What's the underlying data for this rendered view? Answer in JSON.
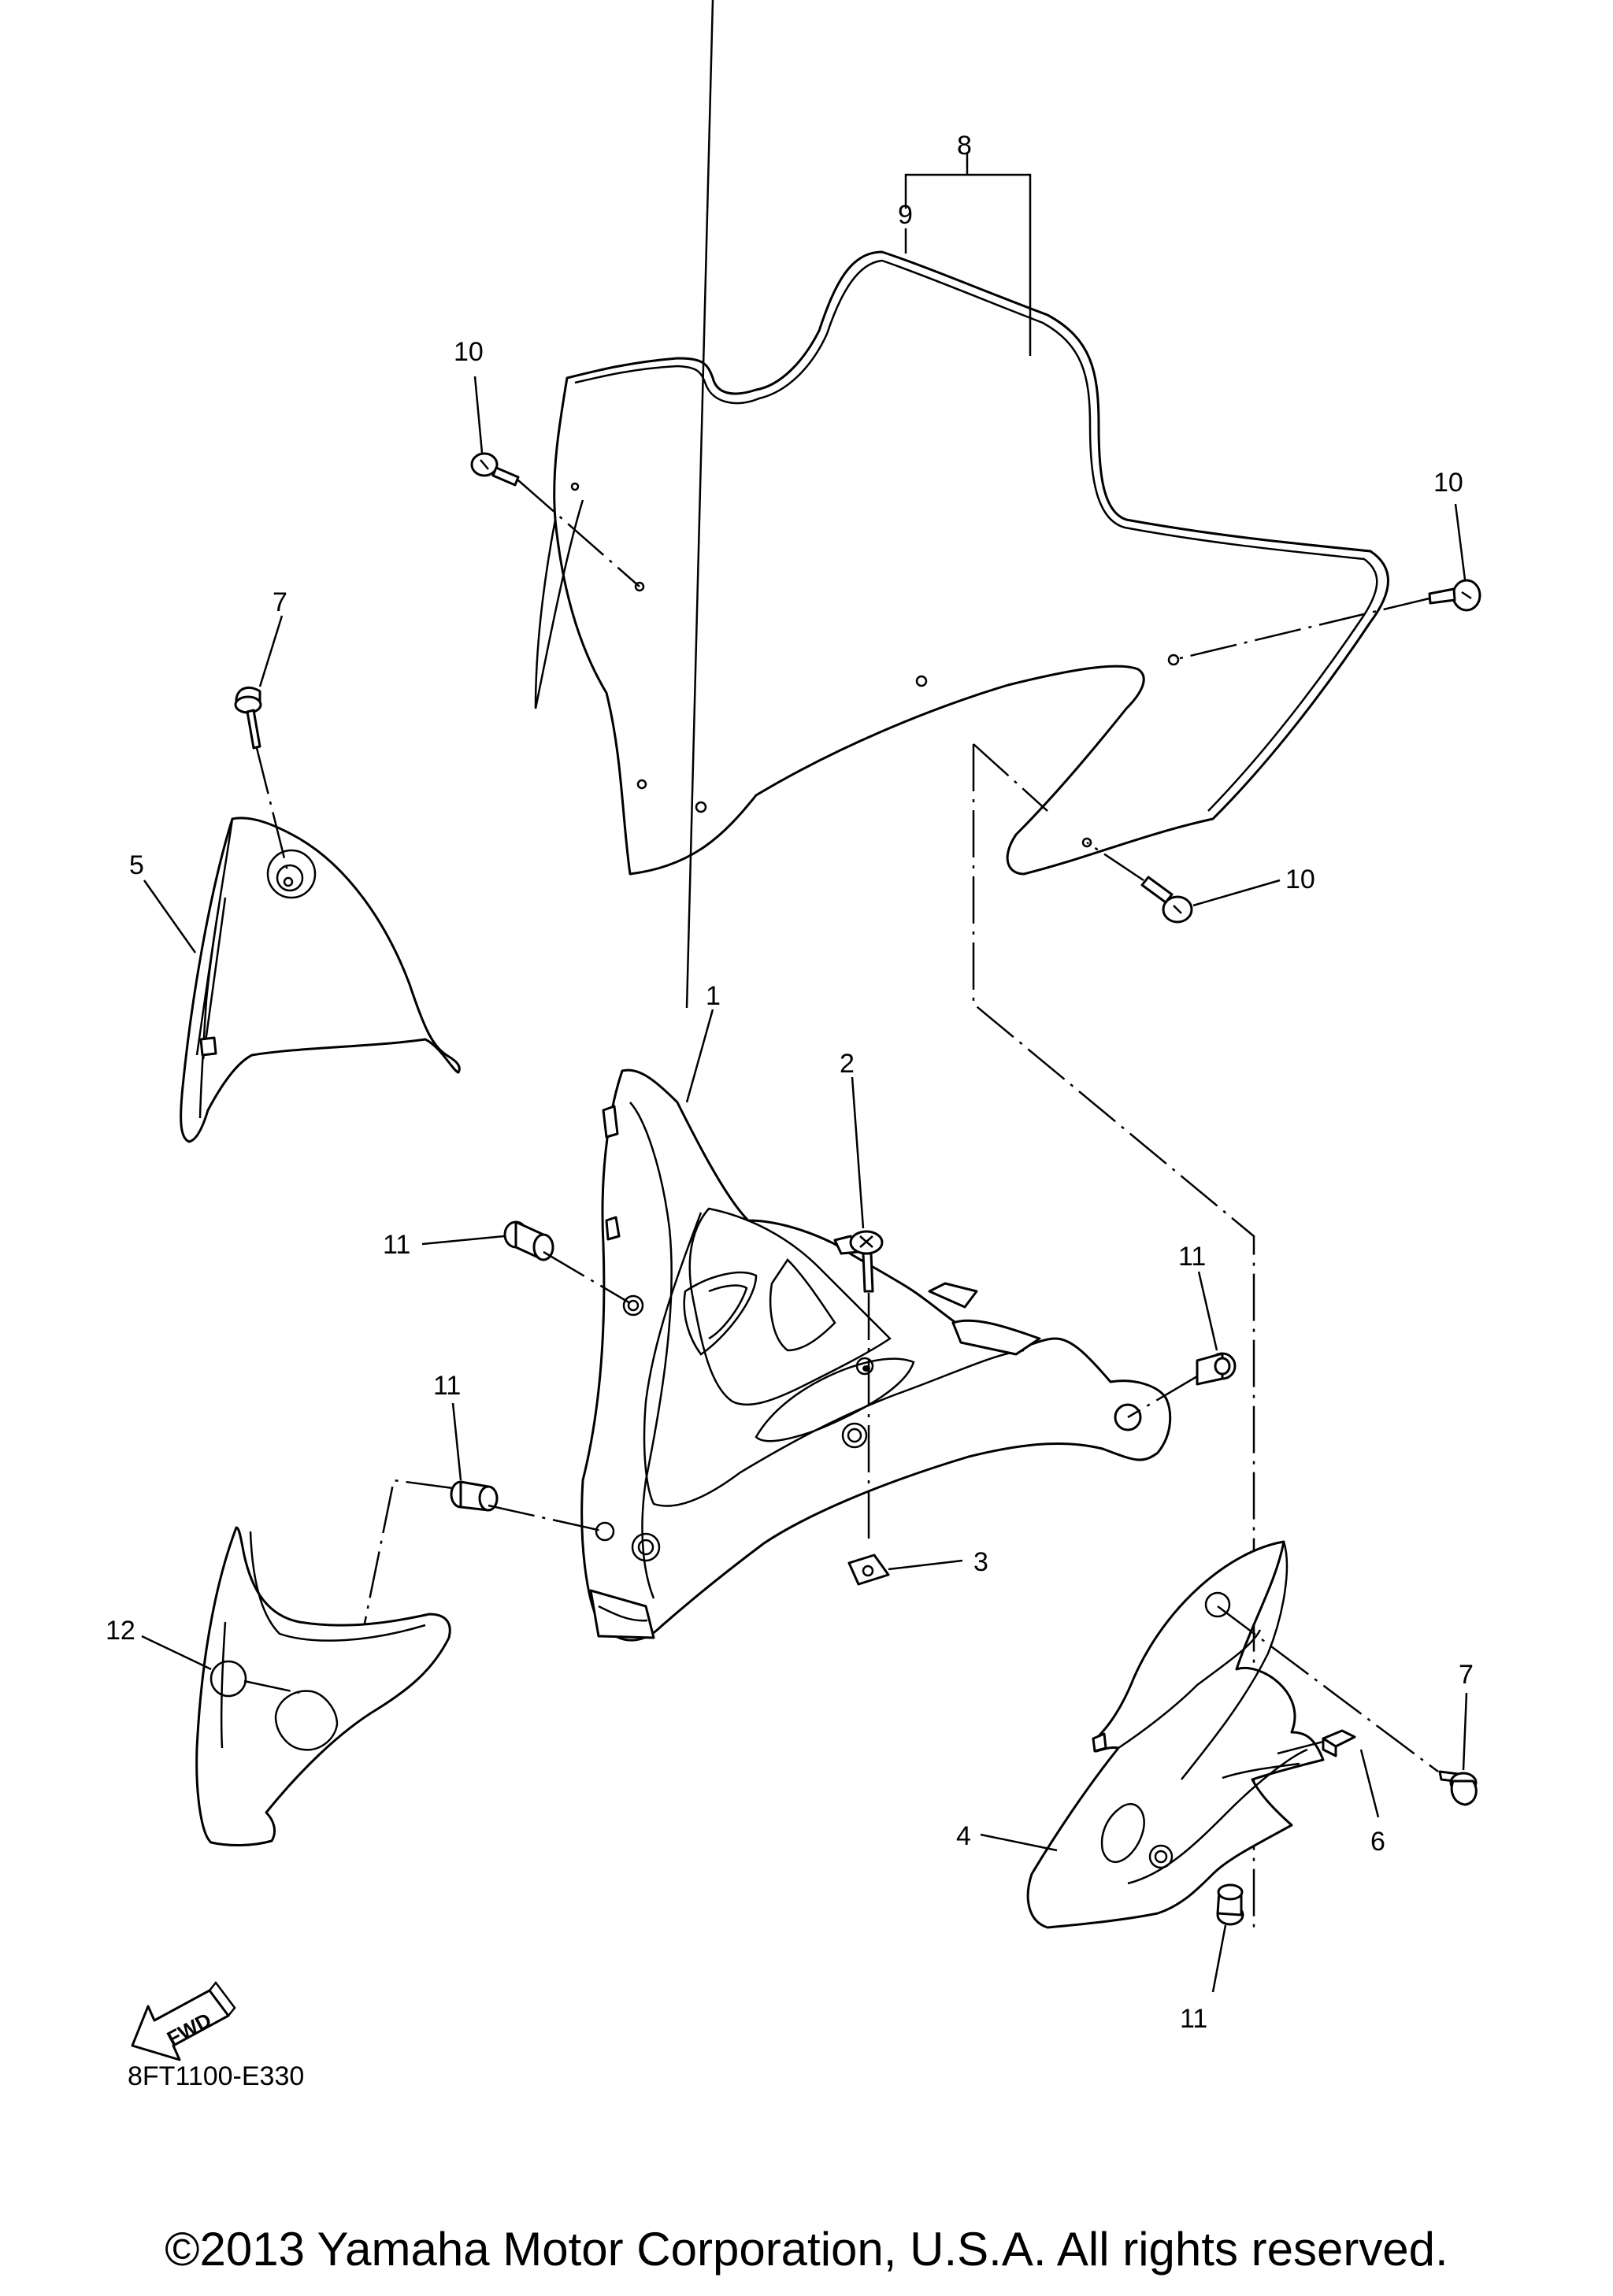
{
  "callouts": {
    "c1": "1",
    "c2": "2",
    "c3": "3",
    "c4": "4",
    "c5": "5",
    "c6": "6",
    "c7a": "7",
    "c7b": "7",
    "c8": "8",
    "c9": "9",
    "c10a": "10",
    "c10b": "10",
    "c10c": "10",
    "c11a": "11",
    "c11b": "11",
    "c11c": "11",
    "c11d": "11",
    "c12": "12"
  },
  "fwd_label": "FWD",
  "diagram_code": "8FT1100-E330",
  "copyright": "©2013 Yamaha Motor Corporation, U.S.A. All rights reserved."
}
